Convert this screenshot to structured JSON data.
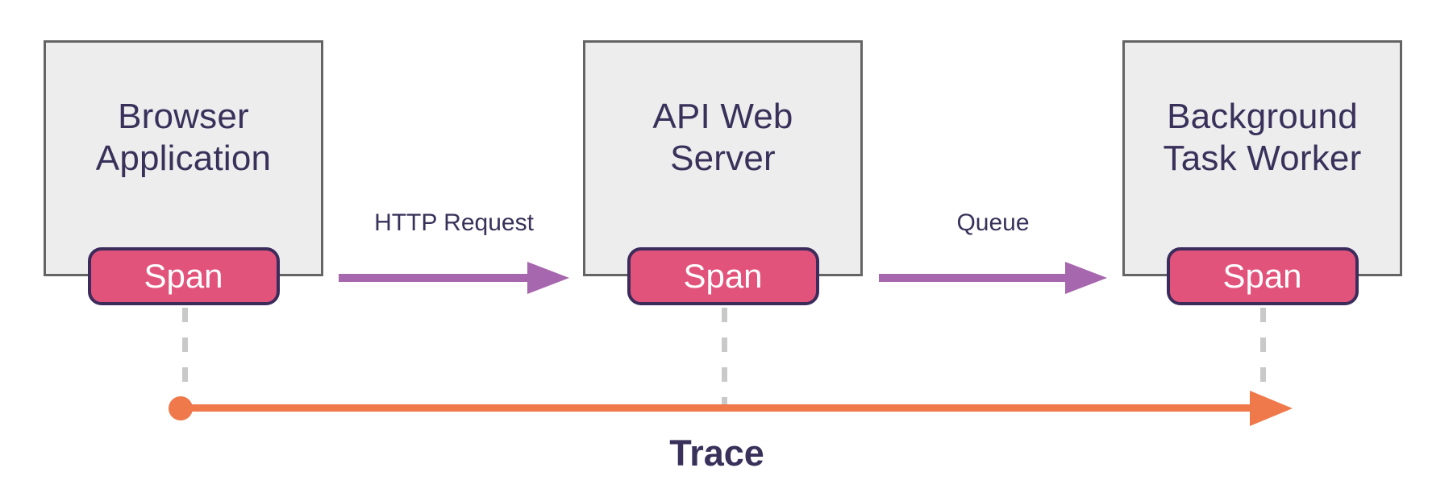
{
  "colors": {
    "node-fill": "#ededee",
    "node-border": "#646464",
    "title-text": "#39315a",
    "span-fill": "#e2537b",
    "span-border": "#3b2c5c",
    "span-text": "#ffffff",
    "edge-arrow": "#a767ae",
    "trace-arrow": "#ef794b",
    "connector-dash": "#c9c9c9"
  },
  "nodes": [
    {
      "label_lines": [
        "Browser",
        "Application"
      ],
      "span_label": "Span"
    },
    {
      "label_lines": [
        "API Web",
        "Server"
      ],
      "span_label": "Span"
    },
    {
      "label_lines": [
        "Background",
        "Task Worker"
      ],
      "span_label": "Span"
    }
  ],
  "edges": [
    {
      "label": "HTTP Request"
    },
    {
      "label": "Queue"
    }
  ],
  "trace": {
    "label": "Trace"
  }
}
